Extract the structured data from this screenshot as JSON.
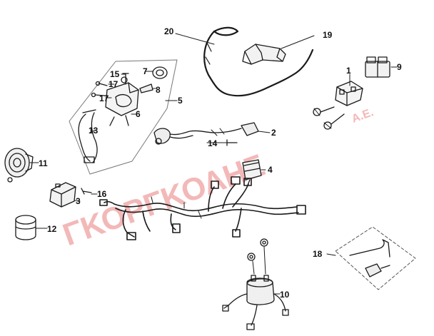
{
  "watermark": {
    "brand": "ΓΚΟΡΓΚΟΛΗΣ",
    "suffix": "Α.Ε.",
    "color": "#f3b8b8"
  },
  "colors": {
    "stroke": "#1a1a1a",
    "group_border": "#777777"
  },
  "callouts": {
    "n1": "1",
    "n2": "2",
    "n3": "3",
    "n4": "4",
    "n5": "5",
    "n6": "6",
    "n7": "7",
    "n8": "8",
    "n9": "9",
    "n10": "10",
    "n11": "11",
    "n12": "12",
    "n13": "13",
    "n14": "14",
    "n15": "15",
    "n16": "16",
    "n17a": "17",
    "n17b": "17",
    "n18": "18",
    "n19": "19",
    "n20": "20"
  }
}
